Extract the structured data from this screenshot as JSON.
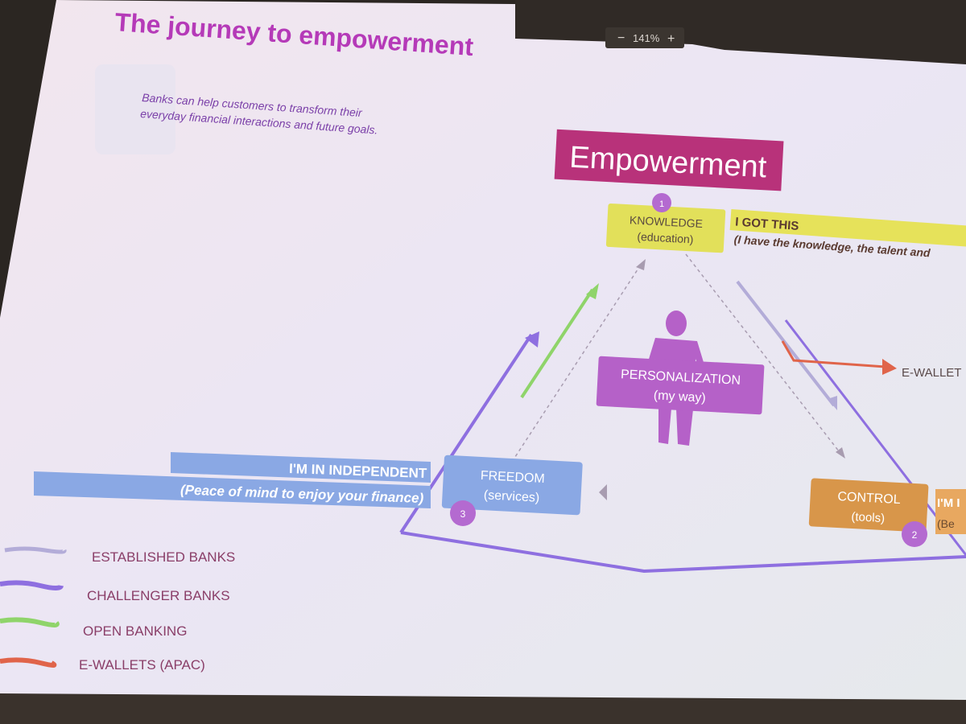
{
  "viewer": {
    "zoom_minus": "−",
    "zoom_level": "141%",
    "zoom_plus": "+"
  },
  "slide": {
    "title": "The journey to empowerment",
    "subtitle_line1": "Banks can help customers to transform their",
    "subtitle_line2": "everyday financial interactions and future goals.",
    "empowerment_label": "Empowerment",
    "knowledge": {
      "number": "1",
      "line1": "KNOWLEDGE",
      "line2": "(education)",
      "banner_title": "I GOT THIS",
      "banner_sub": "(I have the knowledge, the talent and"
    },
    "personalization": {
      "line1": "PERSONALIZATION",
      "line2": "(my way)"
    },
    "freedom": {
      "number": "3",
      "line1": "FREEDOM",
      "line2": "(services)",
      "banner_title": "I'M IN INDEPENDENT",
      "banner_sub": "(Peace of mind to enjoy your finance)"
    },
    "control": {
      "number": "2",
      "line1": "CONTROL",
      "line2": "(tools)",
      "banner_title": "I'M I",
      "banner_sub": "(Be"
    },
    "ewallet_arrow_label": "E-WALLET",
    "legend": [
      {
        "label": "ESTABLISHED BANKS",
        "color": "#b3acd8"
      },
      {
        "label": "CHALLENGER BANKS",
        "color": "#8e6fe0"
      },
      {
        "label": "OPEN BANKING",
        "color": "#8fd46a"
      },
      {
        "label": "E-WALLETS (APAC)",
        "color": "#e0644a"
      }
    ],
    "colors": {
      "title": "#b53ab8",
      "empowerment_bg": "#b8327a",
      "knowledge_bg": "#e2e05a",
      "personalization_bg": "#b561c8",
      "freedom_bg": "#8aa8e4",
      "control_bg": "#d8964a",
      "number_badge": "#b46ad0",
      "legend_text": "#8a3e68"
    }
  }
}
